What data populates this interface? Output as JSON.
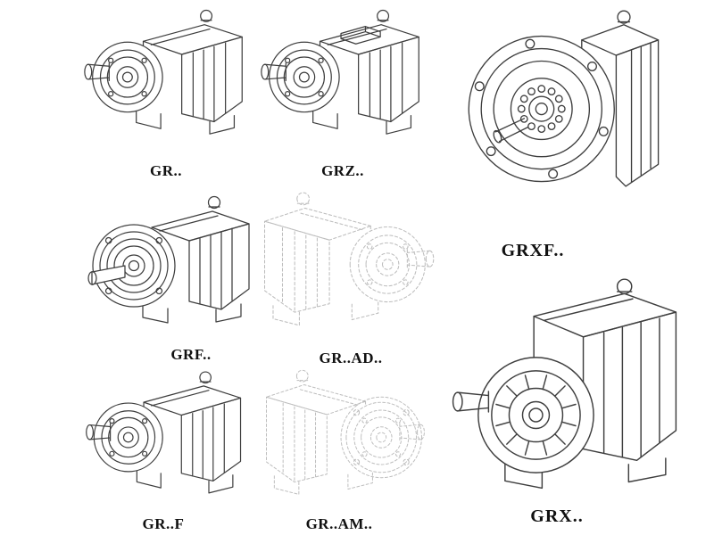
{
  "page": {
    "background": "#ffffff",
    "description": "Catalog sheet of helical gear reducer line drawings"
  },
  "colors": {
    "line": "#3e3e3e",
    "dashed_line": "#bdbdbd",
    "label": "#111111",
    "background": "#ffffff"
  },
  "figures": [
    {
      "id": "gr",
      "label": "GR..",
      "style": "solid",
      "variant": "foot-mounted"
    },
    {
      "id": "grz",
      "label": "GRZ..",
      "style": "solid",
      "variant": "foot-mounted-with-box"
    },
    {
      "id": "grxf",
      "label": "GRXF..",
      "style": "solid",
      "variant": "front-flange"
    },
    {
      "id": "grf",
      "label": "GRF..",
      "style": "solid",
      "variant": "flange-mounted"
    },
    {
      "id": "grad",
      "label": "GR..AD..",
      "style": "dashed",
      "variant": "foot-mounted-mirrored"
    },
    {
      "id": "grff",
      "label": "GR..F",
      "style": "solid",
      "variant": "foot-mounted"
    },
    {
      "id": "gram",
      "label": "GR..AM..",
      "style": "dashed",
      "variant": "flange-mirrored"
    },
    {
      "id": "grx",
      "label": "GRX..",
      "style": "solid",
      "variant": "foot-mounted-large"
    }
  ]
}
